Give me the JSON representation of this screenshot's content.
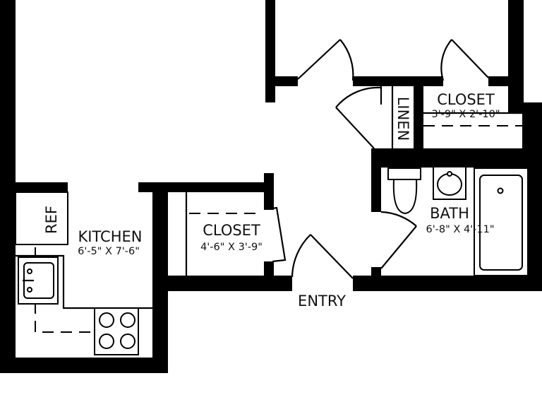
{
  "labels": {
    "kitchen": "KITCHEN",
    "kitchen_dim": "6'-5\" X 7'-6\"",
    "ref": "REF",
    "closet_left": "CLOSET",
    "closet_left_dim": "4'-6\" X 3'-9\"",
    "closet_right": "CLOSET",
    "closet_right_dim": "3'-9\" X 2'-10\"",
    "linen": "LINEN",
    "bath": "BATH",
    "bath_dim": "6'-8\" X 4'-11\"",
    "entry": "ENTRY"
  },
  "colors": {
    "wall": "#000000",
    "background": "#ffffff"
  }
}
